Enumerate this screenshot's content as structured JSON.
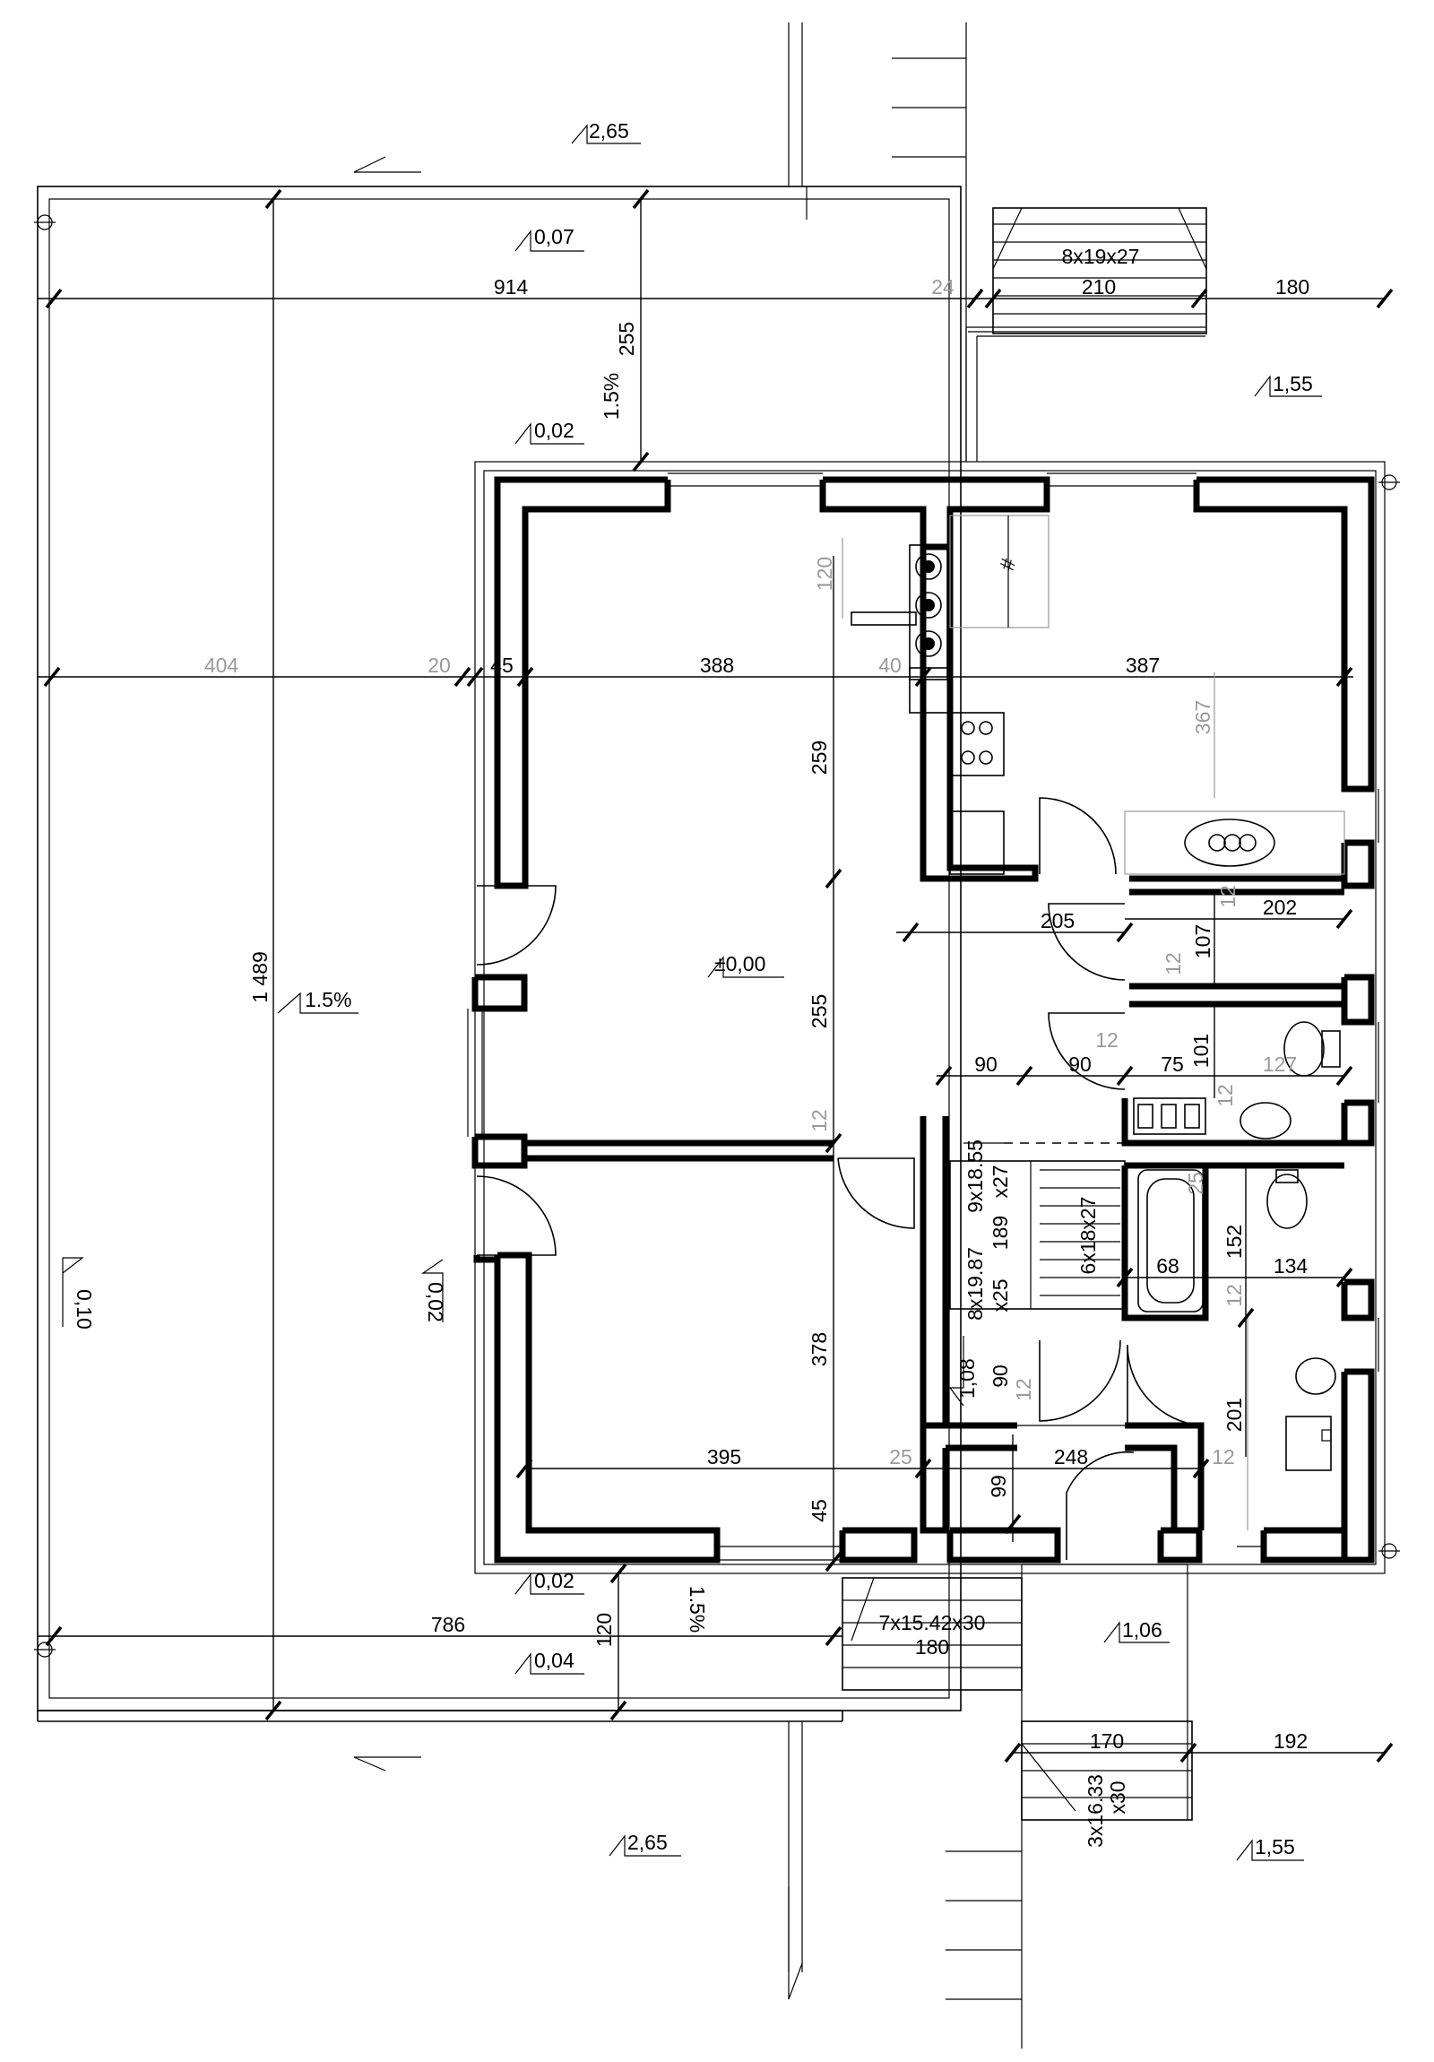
{
  "colors": {
    "ink": "#000000",
    "grey_dim": "#9a9a9a",
    "paper": "#ffffff"
  },
  "dimensions": {
    "top_914": "914",
    "top_24": "24",
    "top_210": "210",
    "top_180": "180",
    "stair_top": "8x19x27",
    "v_255_top": "255",
    "slope_top": "1.5%",
    "h_404": "404",
    "h_20": "20",
    "h_45": "45",
    "h_388": "388",
    "h_40": "40",
    "h_387": "387",
    "v_120_kitchen": "120",
    "v_367": "367",
    "v_259": "259",
    "v_255_living": "255",
    "v_1489": "1 489",
    "slope_terrace": "1.5%",
    "h_205": "205",
    "h_202": "202",
    "v_107": "107",
    "v_12_a": "12",
    "v_12_b": "12",
    "v_12_c": "12",
    "h_12_d": "12",
    "h_90_a": "90",
    "h_90_b": "90",
    "h_75": "75",
    "v_101": "101",
    "h_127": "127",
    "v_12_e": "12",
    "v_12_f": "12",
    "stair_a": "9x18.55",
    "stair_a2": "x27",
    "v_189": "189",
    "stair_b": "6x18x27",
    "stair_c": "8x19.87",
    "stair_c2": "x25",
    "v_25": "25",
    "h_68": "68",
    "v_152": "152",
    "h_134": "134",
    "v_378": "378",
    "v_90_stair": "90",
    "v_12_g": "12",
    "v_201": "201",
    "h_395": "395",
    "h_25": "25",
    "h_248": "248",
    "h_12_h": "12",
    "v_99": "99",
    "v_45": "45",
    "h_786": "786",
    "v_120_bottom": "120",
    "slope_bottom": "1.5%",
    "stair_d": "7x15.42x30",
    "h_180_bottom": "180",
    "h_170": "170",
    "h_192": "192",
    "stair_e": "3x16.33",
    "stair_e2": "x30"
  },
  "levels": {
    "l_265_top": "2,65",
    "l_007": "0,07",
    "l_155_top": "1,55",
    "l_002_a": "0,02",
    "l_000": "±0,00",
    "l_010": "0,10",
    "l_002_b": "0,02",
    "l_108": "1,08",
    "l_002_c": "0,02",
    "l_004": "0,04",
    "l_106": "1,06",
    "l_265_bottom": "2,65",
    "l_155_bottom": "1,55"
  },
  "symbols": {
    "shaft_mark": "#"
  }
}
